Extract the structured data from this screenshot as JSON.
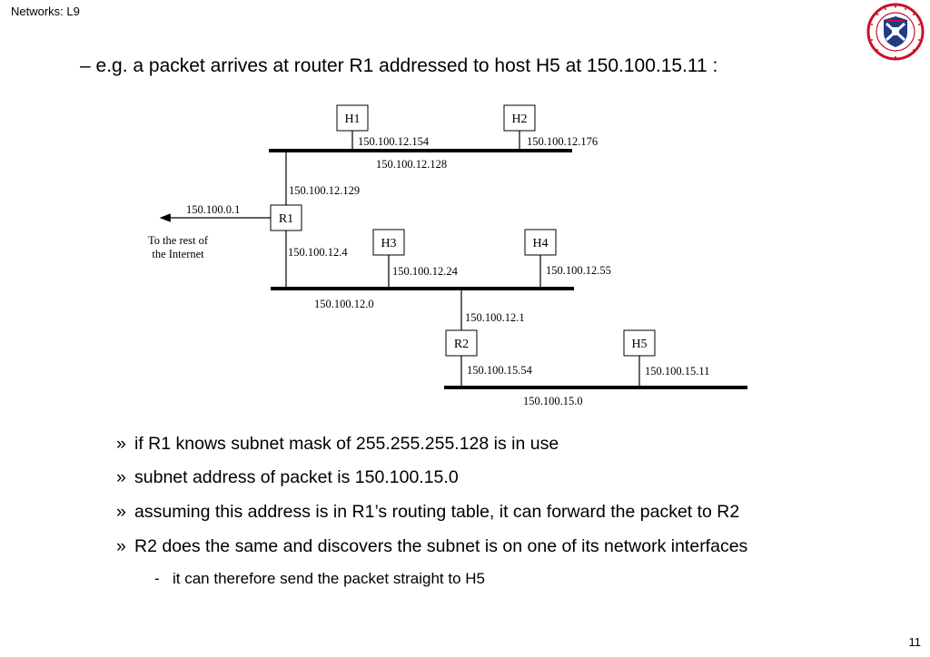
{
  "header": {
    "title": "Networks: L9"
  },
  "page_number": "11",
  "lead": "– e.g. a packet arrives at router R1 addressed to host H5 at 150.100.15.11 :",
  "diagram": {
    "h1": "H1",
    "h2": "H2",
    "h3": "H3",
    "h4": "H4",
    "h5": "H5",
    "r1": "R1",
    "r2": "R2",
    "ip_h1": "150.100.12.154",
    "ip_h2": "150.100.12.176",
    "net_top": "150.100.12.128",
    "ip_r1_top": "150.100.12.129",
    "ip_r1_out": "150.100.0.1",
    "internet_line1": "To the rest of",
    "internet_line2": "the Internet",
    "ip_r1_bottom": "150.100.12.4",
    "ip_h3": "150.100.12.24",
    "ip_h4": "150.100.12.55",
    "net_mid": "150.100.12.0",
    "ip_r2_top": "150.100.12.1",
    "ip_r2_bottom": "150.100.15.54",
    "ip_h5": "150.100.15.11",
    "net_bottom": "150.100.15.0"
  },
  "bullets": {
    "marker": "»",
    "b1": "if R1 knows subnet mask of 255.255.255.128 is in use",
    "b2": "subnet address of packet is 150.100.15.0",
    "b3": "assuming this address is in R1’s routing table, it can forward the packet to R2",
    "b4": "R2 does the same and discovers the subnet is on one of its network interfaces",
    "sub_marker": "-",
    "s1": "it can therefore send the packet straight to H5"
  }
}
